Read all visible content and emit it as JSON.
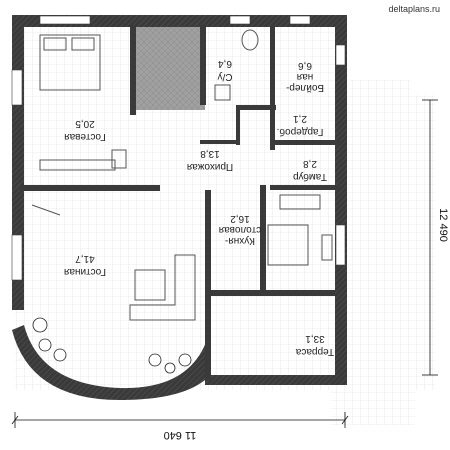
{
  "site_label": "deltaplans.ru",
  "dimensions": {
    "width": "11 640",
    "height": "12 490"
  },
  "rooms": {
    "guest_bedroom": {
      "name": "Гостевая",
      "area": "20,5"
    },
    "wc": {
      "name": "С/у",
      "area": "6,4"
    },
    "boiler": {
      "name": "Бойлер-\nная",
      "area": "6,6"
    },
    "wardrobe": {
      "name": "Гардероб.",
      "area": "2,1"
    },
    "hall": {
      "name": "Прихожая",
      "area": "13,8"
    },
    "vestibule": {
      "name": "Тамбур",
      "area": "2,8"
    },
    "kitchen": {
      "name": "Кухня-\nстоловая",
      "area": "16,2"
    },
    "living": {
      "name": "Гостиная",
      "area": "41,7"
    },
    "terrace": {
      "name": "Терраса",
      "area": "33,1"
    }
  },
  "colors": {
    "wall": "#3a3a3a",
    "floor_grid": "#d9d9d9",
    "stair": "#9a9a9a",
    "furniture": "#555555"
  }
}
